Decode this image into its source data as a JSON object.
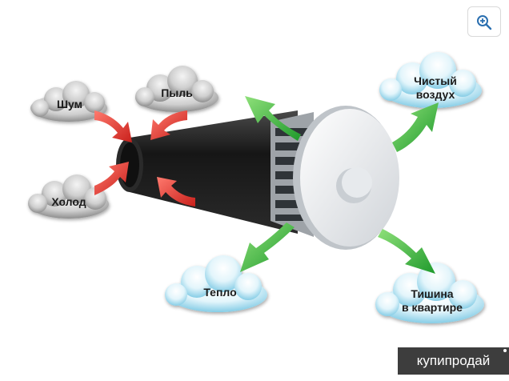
{
  "zoom": {
    "icon": "zoom-in-icon"
  },
  "labels": {
    "noise": "Шум",
    "dust": "Пыль",
    "cold": "Холод",
    "clean_air_1": "Чистый",
    "clean_air_2": "воздух",
    "warmth": "Тепло",
    "silence_1": "Тишина",
    "silence_2": "в квартире"
  },
  "watermark": {
    "text": "купипродай"
  },
  "colors": {
    "grey_cloud": "#b9b9b9",
    "blue_cloud": "#bfe7f4",
    "red_arrow": "#e43a33",
    "green_arrow": "#3dbb3b",
    "pipe": "#1e1e1e"
  }
}
